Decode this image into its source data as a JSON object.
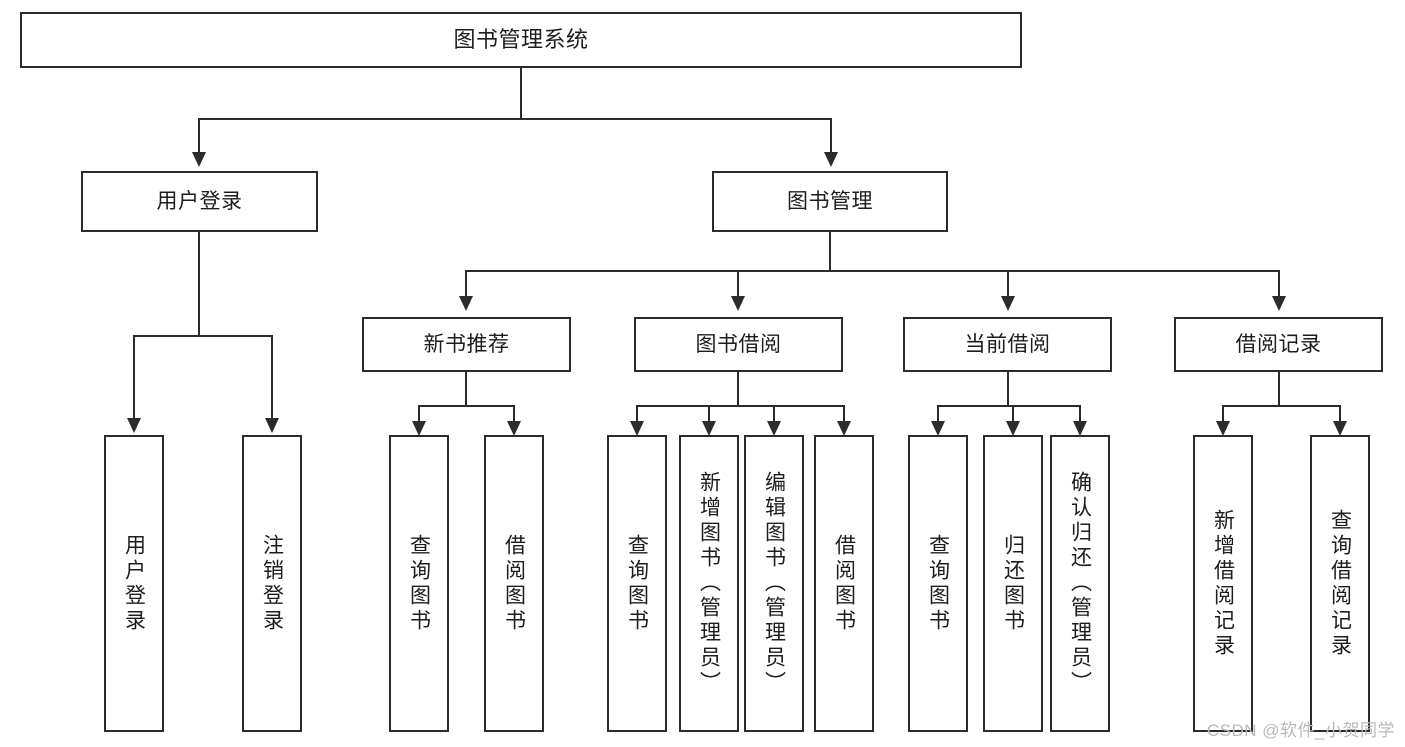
{
  "diagram": {
    "title": "图书管理系统",
    "type": "tree",
    "root": {
      "label": "图书管理系统"
    },
    "level1": [
      {
        "label": "用户登录"
      },
      {
        "label": "图书管理"
      }
    ],
    "level2": [
      {
        "label": "新书推荐"
      },
      {
        "label": "图书借阅"
      },
      {
        "label": "当前借阅"
      },
      {
        "label": "借阅记录"
      }
    ],
    "leaves": {
      "user_login": [
        {
          "label": "用户登录"
        },
        {
          "label": "注销登录"
        }
      ],
      "new_book_recommend": [
        {
          "label": "查询图书"
        },
        {
          "label": "借阅图书"
        }
      ],
      "book_borrow": [
        {
          "label": "查询图书"
        },
        {
          "label": "新增图书（管理员）"
        },
        {
          "label": "编辑图书（管理员）"
        },
        {
          "label": "借阅图书"
        }
      ],
      "current_borrow": [
        {
          "label": "查询图书"
        },
        {
          "label": "归还图书"
        },
        {
          "label": "确认归还（管理员）"
        }
      ],
      "borrow_record": [
        {
          "label": "新增借阅记录"
        },
        {
          "label": "查询借阅记录"
        }
      ]
    }
  },
  "watermark": {
    "text": "CSDN @软件_小贺同学"
  },
  "colors": {
    "border": "#2b2b2b",
    "background": "#ffffff",
    "text": "#1d1d1d",
    "watermark": "#b9b9b9"
  }
}
